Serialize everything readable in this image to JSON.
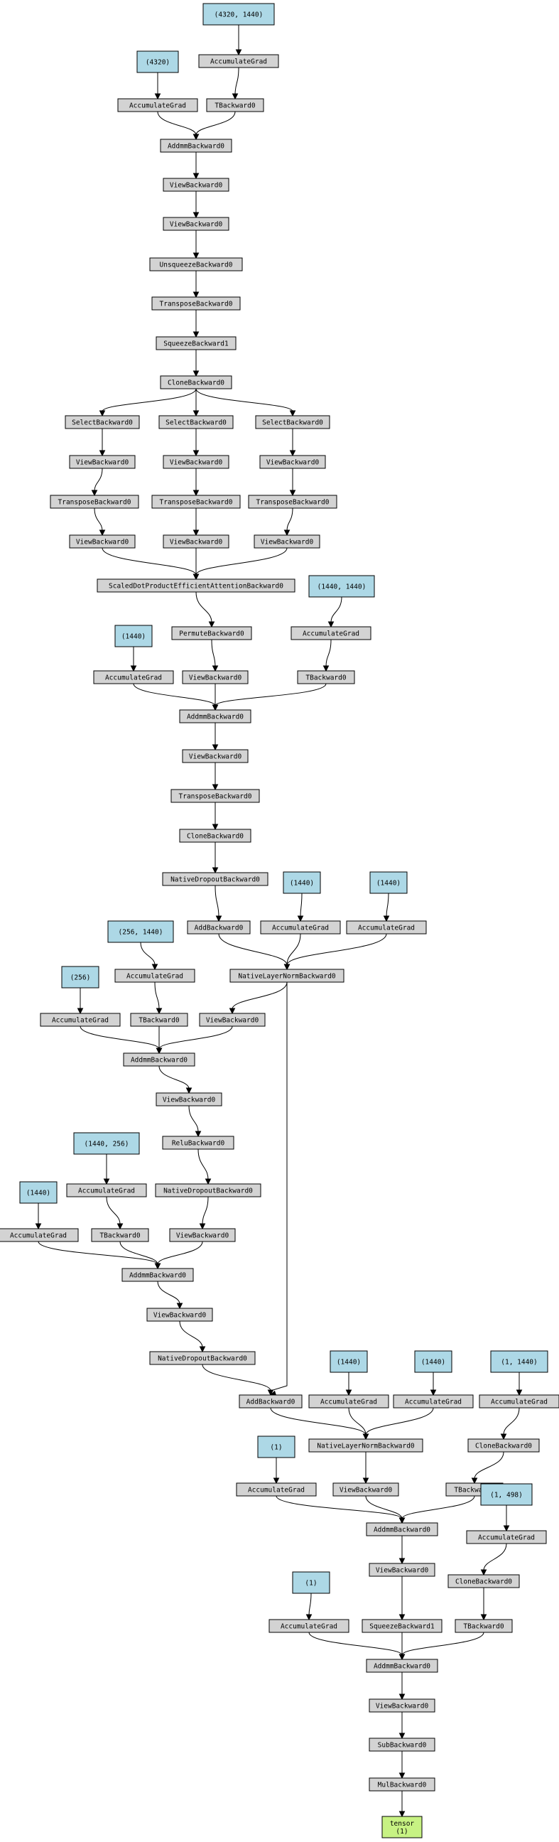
{
  "colors": {
    "param": "#add8e6",
    "op": "#d3d3d3",
    "output": "#c7f283",
    "edge": "#000000"
  },
  "nodes": [
    {
      "id": "p1",
      "label": "(4320, 1440)",
      "kind": "param"
    },
    {
      "id": "p2",
      "label": "(4320)",
      "kind": "param"
    },
    {
      "id": "ag1",
      "label": "AccumulateGrad",
      "kind": "op"
    },
    {
      "id": "ag2",
      "label": "AccumulateGrad",
      "kind": "op"
    },
    {
      "id": "t1",
      "label": "TBackward0",
      "kind": "op"
    },
    {
      "id": "addmm1",
      "label": "AddmmBackward0",
      "kind": "op"
    },
    {
      "id": "view1",
      "label": "ViewBackward0",
      "kind": "op"
    },
    {
      "id": "view2",
      "label": "ViewBackward0",
      "kind": "op"
    },
    {
      "id": "unsq",
      "label": "UnsqueezeBackward0",
      "kind": "op"
    },
    {
      "id": "transp1",
      "label": "TransposeBackward0",
      "kind": "op"
    },
    {
      "id": "squeeze1",
      "label": "SqueezeBackward1",
      "kind": "op"
    },
    {
      "id": "clone1",
      "label": "CloneBackward0",
      "kind": "op"
    },
    {
      "id": "sel1",
      "label": "SelectBackward0",
      "kind": "op"
    },
    {
      "id": "sel2",
      "label": "SelectBackward0",
      "kind": "op"
    },
    {
      "id": "sel3",
      "label": "SelectBackward0",
      "kind": "op"
    },
    {
      "id": "v3a",
      "label": "ViewBackward0",
      "kind": "op"
    },
    {
      "id": "v3b",
      "label": "ViewBackward0",
      "kind": "op"
    },
    {
      "id": "v3c",
      "label": "ViewBackward0",
      "kind": "op"
    },
    {
      "id": "tr2a",
      "label": "TransposeBackward0",
      "kind": "op"
    },
    {
      "id": "tr2b",
      "label": "TransposeBackward0",
      "kind": "op"
    },
    {
      "id": "tr2c",
      "label": "TransposeBackward0",
      "kind": "op"
    },
    {
      "id": "v4a",
      "label": "ViewBackward0",
      "kind": "op"
    },
    {
      "id": "v4b",
      "label": "ViewBackward0",
      "kind": "op"
    },
    {
      "id": "v4c",
      "label": "ViewBackward0",
      "kind": "op"
    },
    {
      "id": "sdpa",
      "label": "ScaledDotProductEfficientAttentionBackward0",
      "kind": "op"
    },
    {
      "id": "p3",
      "label": "(1440, 1440)",
      "kind": "param"
    },
    {
      "id": "p4",
      "label": "(1440)",
      "kind": "param"
    },
    {
      "id": "permute",
      "label": "PermuteBackward0",
      "kind": "op"
    },
    {
      "id": "ag3",
      "label": "AccumulateGrad",
      "kind": "op"
    },
    {
      "id": "ag4",
      "label": "AccumulateGrad",
      "kind": "op"
    },
    {
      "id": "view5",
      "label": "ViewBackward0",
      "kind": "op"
    },
    {
      "id": "t2",
      "label": "TBackward0",
      "kind": "op"
    },
    {
      "id": "addmm2",
      "label": "AddmmBackward0",
      "kind": "op"
    },
    {
      "id": "view6",
      "label": "ViewBackward0",
      "kind": "op"
    },
    {
      "id": "transp3",
      "label": "TransposeBackward0",
      "kind": "op"
    },
    {
      "id": "clone2",
      "label": "CloneBackward0",
      "kind": "op"
    },
    {
      "id": "drop1",
      "label": "NativeDropoutBackward0",
      "kind": "op"
    },
    {
      "id": "p5",
      "label": "(1440)",
      "kind": "param"
    },
    {
      "id": "p6",
      "label": "(1440)",
      "kind": "param"
    },
    {
      "id": "add1",
      "label": "AddBackward0",
      "kind": "op"
    },
    {
      "id": "ag5",
      "label": "AccumulateGrad",
      "kind": "op"
    },
    {
      "id": "ag6",
      "label": "AccumulateGrad",
      "kind": "op"
    },
    {
      "id": "p7",
      "label": "(256, 1440)",
      "kind": "param"
    },
    {
      "id": "ln1",
      "label": "NativeLayerNormBackward0",
      "kind": "op"
    },
    {
      "id": "p8",
      "label": "(256)",
      "kind": "param"
    },
    {
      "id": "ag7",
      "label": "AccumulateGrad",
      "kind": "op"
    },
    {
      "id": "ag8",
      "label": "AccumulateGrad",
      "kind": "op"
    },
    {
      "id": "t3",
      "label": "TBackward0",
      "kind": "op"
    },
    {
      "id": "view7",
      "label": "ViewBackward0",
      "kind": "op"
    },
    {
      "id": "addmm3",
      "label": "AddmmBackward0",
      "kind": "op"
    },
    {
      "id": "view8",
      "label": "ViewBackward0",
      "kind": "op"
    },
    {
      "id": "relu",
      "label": "ReluBackward0",
      "kind": "op"
    },
    {
      "id": "p9",
      "label": "(1440, 256)",
      "kind": "param"
    },
    {
      "id": "drop2",
      "label": "NativeDropoutBackward0",
      "kind": "op"
    },
    {
      "id": "p10",
      "label": "(1440)",
      "kind": "param"
    },
    {
      "id": "ag9",
      "label": "AccumulateGrad",
      "kind": "op"
    },
    {
      "id": "ag10",
      "label": "AccumulateGrad",
      "kind": "op"
    },
    {
      "id": "t4",
      "label": "TBackward0",
      "kind": "op"
    },
    {
      "id": "view9",
      "label": "ViewBackward0",
      "kind": "op"
    },
    {
      "id": "addmm4",
      "label": "AddmmBackward0",
      "kind": "op"
    },
    {
      "id": "view10",
      "label": "ViewBackward0",
      "kind": "op"
    },
    {
      "id": "drop3",
      "label": "NativeDropoutBackward0",
      "kind": "op"
    },
    {
      "id": "p11",
      "label": "(1440)",
      "kind": "param"
    },
    {
      "id": "p12",
      "label": "(1440)",
      "kind": "param"
    },
    {
      "id": "p13",
      "label": "(1, 1440)",
      "kind": "param"
    },
    {
      "id": "add2",
      "label": "AddBackward0",
      "kind": "op"
    },
    {
      "id": "ag11",
      "label": "AccumulateGrad",
      "kind": "op"
    },
    {
      "id": "ag12",
      "label": "AccumulateGrad",
      "kind": "op"
    },
    {
      "id": "ag13",
      "label": "AccumulateGrad",
      "kind": "op"
    },
    {
      "id": "ln2",
      "label": "NativeLayerNormBackward0",
      "kind": "op"
    },
    {
      "id": "clone3",
      "label": "CloneBackward0",
      "kind": "op"
    },
    {
      "id": "p14",
      "label": "(1)",
      "kind": "param"
    },
    {
      "id": "ag14",
      "label": "AccumulateGrad",
      "kind": "op"
    },
    {
      "id": "view11",
      "label": "ViewBackward0",
      "kind": "op"
    },
    {
      "id": "t5",
      "label": "TBackward0",
      "kind": "op"
    },
    {
      "id": "p15",
      "label": "(1, 498)",
      "kind": "param"
    },
    {
      "id": "addmm5",
      "label": "AddmmBackward0",
      "kind": "op"
    },
    {
      "id": "ag15",
      "label": "AccumulateGrad",
      "kind": "op"
    },
    {
      "id": "view12",
      "label": "ViewBackward0",
      "kind": "op"
    },
    {
      "id": "clone4",
      "label": "CloneBackward0",
      "kind": "op"
    },
    {
      "id": "p16",
      "label": "(1)",
      "kind": "param"
    },
    {
      "id": "ag16",
      "label": "AccumulateGrad",
      "kind": "op"
    },
    {
      "id": "squeeze2",
      "label": "SqueezeBackward1",
      "kind": "op"
    },
    {
      "id": "t6",
      "label": "TBackward0",
      "kind": "op"
    },
    {
      "id": "addmm6",
      "label": "AddmmBackward0",
      "kind": "op"
    },
    {
      "id": "view13",
      "label": "ViewBackward0",
      "kind": "op"
    },
    {
      "id": "sub",
      "label": "SubBackward0",
      "kind": "op"
    },
    {
      "id": "mul",
      "label": "MulBackward0",
      "kind": "op"
    },
    {
      "id": "out",
      "label": "tensor\n(1)",
      "kind": "output"
    }
  ],
  "edges": [
    [
      "p1",
      "ag1"
    ],
    [
      "p2",
      "ag2"
    ],
    [
      "ag1",
      "t1"
    ],
    [
      "ag2",
      "addmm1"
    ],
    [
      "t1",
      "addmm1"
    ],
    [
      "addmm1",
      "view1"
    ],
    [
      "view1",
      "view2"
    ],
    [
      "view2",
      "unsq"
    ],
    [
      "unsq",
      "transp1"
    ],
    [
      "transp1",
      "squeeze1"
    ],
    [
      "squeeze1",
      "clone1"
    ],
    [
      "clone1",
      "sel1"
    ],
    [
      "clone1",
      "sel2"
    ],
    [
      "clone1",
      "sel3"
    ],
    [
      "sel1",
      "v3a"
    ],
    [
      "sel2",
      "v3b"
    ],
    [
      "sel3",
      "v3c"
    ],
    [
      "v3a",
      "tr2a"
    ],
    [
      "v3b",
      "tr2b"
    ],
    [
      "v3c",
      "tr2c"
    ],
    [
      "tr2a",
      "v4a"
    ],
    [
      "tr2b",
      "v4b"
    ],
    [
      "tr2c",
      "v4c"
    ],
    [
      "v4a",
      "sdpa"
    ],
    [
      "v4b",
      "sdpa"
    ],
    [
      "v4c",
      "sdpa"
    ],
    [
      "sdpa",
      "permute"
    ],
    [
      "p3",
      "ag3"
    ],
    [
      "p4",
      "ag4"
    ],
    [
      "permute",
      "view5"
    ],
    [
      "ag3",
      "t2"
    ],
    [
      "ag4",
      "addmm2"
    ],
    [
      "view5",
      "addmm2"
    ],
    [
      "t2",
      "addmm2"
    ],
    [
      "addmm2",
      "view6"
    ],
    [
      "view6",
      "transp3"
    ],
    [
      "transp3",
      "clone2"
    ],
    [
      "clone2",
      "drop1"
    ],
    [
      "drop1",
      "add1"
    ],
    [
      "p5",
      "ag5"
    ],
    [
      "p6",
      "ag6"
    ],
    [
      "add1",
      "ln1"
    ],
    [
      "ag5",
      "ln1"
    ],
    [
      "ag6",
      "ln1"
    ],
    [
      "p7",
      "ag7"
    ],
    [
      "p8",
      "ag8"
    ],
    [
      "ag7",
      "t3"
    ],
    [
      "ln1",
      "view7"
    ],
    [
      "ag8",
      "addmm3"
    ],
    [
      "t3",
      "addmm3"
    ],
    [
      "view7",
      "addmm3"
    ],
    [
      "addmm3",
      "view8"
    ],
    [
      "view8",
      "relu"
    ],
    [
      "relu",
      "drop2"
    ],
    [
      "p9",
      "ag9"
    ],
    [
      "p10",
      "ag10"
    ],
    [
      "ag9",
      "t4"
    ],
    [
      "drop2",
      "view9"
    ],
    [
      "ag10",
      "addmm4"
    ],
    [
      "t4",
      "addmm4"
    ],
    [
      "view9",
      "addmm4"
    ],
    [
      "addmm4",
      "view10"
    ],
    [
      "view10",
      "drop3"
    ],
    [
      "drop3",
      "add2"
    ],
    [
      "ln1",
      "add2"
    ],
    [
      "p11",
      "ag11"
    ],
    [
      "p12",
      "ag12"
    ],
    [
      "p13",
      "ag13"
    ],
    [
      "add2",
      "ln2"
    ],
    [
      "ag11",
      "ln2"
    ],
    [
      "ag12",
      "ln2"
    ],
    [
      "ag13",
      "clone3"
    ],
    [
      "p14",
      "ag14"
    ],
    [
      "ln2",
      "view11"
    ],
    [
      "clone3",
      "t5"
    ],
    [
      "ag14",
      "addmm5"
    ],
    [
      "view11",
      "addmm5"
    ],
    [
      "t5",
      "addmm5"
    ],
    [
      "p15",
      "ag15"
    ],
    [
      "addmm5",
      "view12"
    ],
    [
      "ag15",
      "clone4"
    ],
    [
      "p16",
      "ag16"
    ],
    [
      "view12",
      "squeeze2"
    ],
    [
      "clone4",
      "t6"
    ],
    [
      "ag16",
      "addmm6"
    ],
    [
      "squeeze2",
      "addmm6"
    ],
    [
      "t6",
      "addmm6"
    ],
    [
      "addmm6",
      "view13"
    ],
    [
      "view13",
      "sub"
    ],
    [
      "sub",
      "mul"
    ],
    [
      "mul",
      "out"
    ]
  ]
}
